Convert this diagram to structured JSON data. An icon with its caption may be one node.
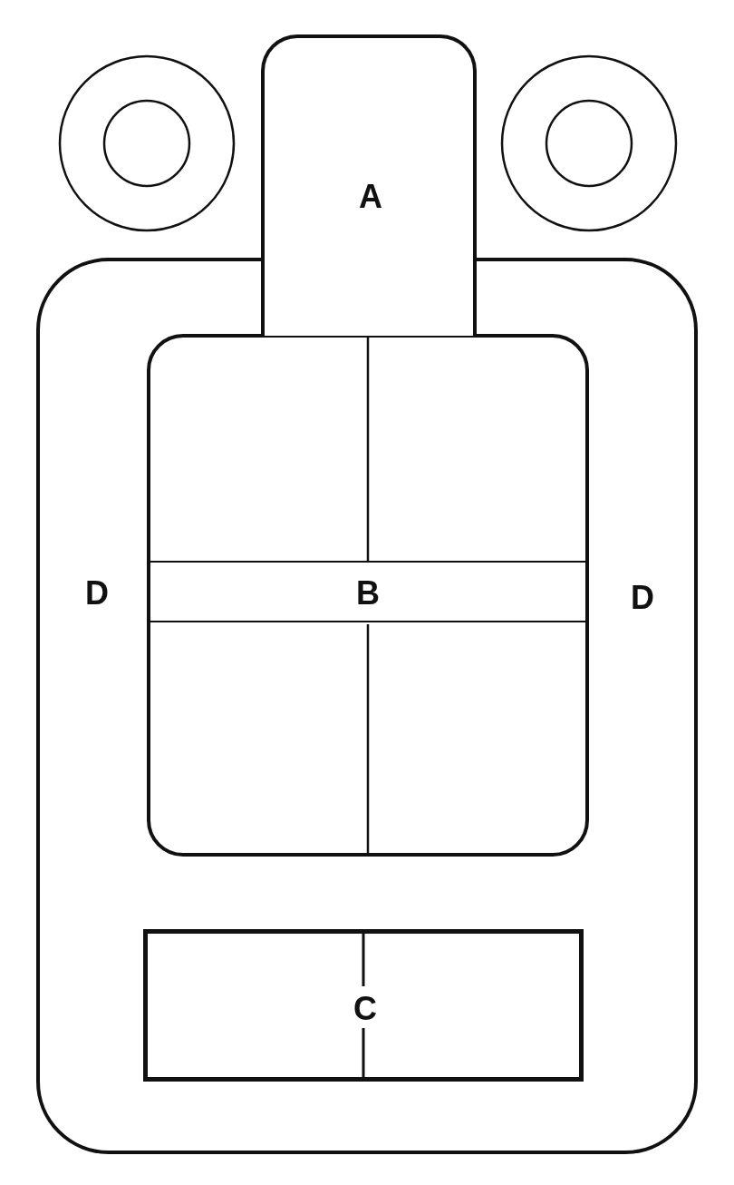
{
  "diagram": {
    "nodes": [
      {
        "text": [],
        "shape": "circle"
      },
      {
        "text": [
          "A"
        ]
      },
      {
        "text": [],
        "shape": "circle"
      },
      {
        "text": [
          "D",
          "D"
        ]
      },
      {
        "text": [],
        "shape": "box",
        "in": 3
      },
      {
        "text": [
          "B"
        ],
        "in": 4
      },
      {
        "text": [
          "C"
        ],
        "in": 3
      }
    ]
  }
}
